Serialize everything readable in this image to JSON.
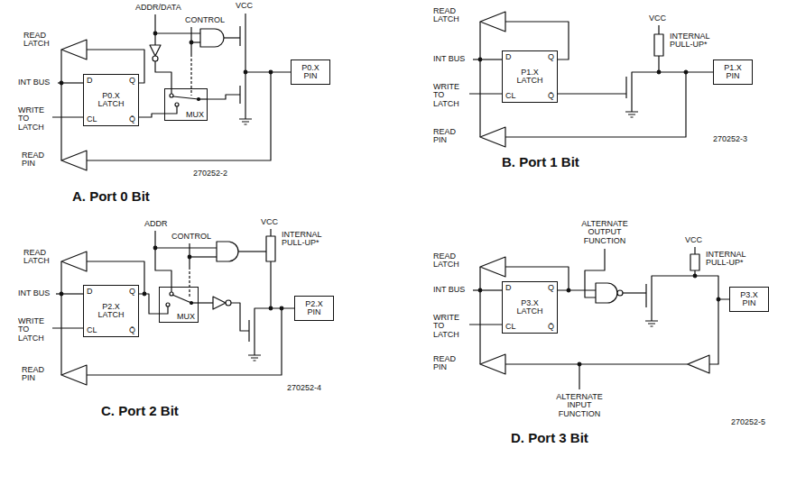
{
  "diagram": {
    "nodes": [
      {
        "text": [
          "D",
          "P0.X LATCH",
          "Q",
          "CL",
          "Q̄"
        ]
      },
      {
        "text": [
          "MUX"
        ]
      },
      {
        "text": [
          "P0.X PIN"
        ]
      },
      {
        "text": [
          "D",
          "P1.X LATCH",
          "Q",
          "CL",
          "Q̄"
        ]
      },
      {
        "text": [
          "P1.X PIN"
        ]
      },
      {
        "text": [
          "D",
          "P2.X LATCH",
          "Q",
          "CL",
          "Q̄"
        ]
      },
      {
        "text": [
          "MUX"
        ]
      },
      {
        "text": [
          "P2.X PIN"
        ]
      },
      {
        "text": [
          "D",
          "P3.X LATCH",
          "Q",
          "CL",
          "Q̄"
        ]
      },
      {
        "text": [
          "P3.X PIN"
        ]
      }
    ],
    "edges": [
      {
        "from": 0,
        "to": 1,
        "arrow": "none"
      },
      {
        "from": 5,
        "to": 6,
        "arrow": "none"
      }
    ],
    "labels": [
      "ADDR/DATA",
      "CONTROL",
      "VCC",
      "READ LATCH",
      "INT BUS",
      "WRITE TO LATCH",
      "READ PIN",
      "270252-2",
      "A. Port 0 Bit",
      "READ LATCH",
      "INT BUS",
      "WRITE TO LATCH",
      "VCC",
      "INTERNAL PULL-UP*",
      "READ PIN",
      "270252-3",
      "B. Port 1 Bit",
      "ADDR",
      "CONTROL",
      "VCC",
      "INTERNAL PULL-UP*",
      "READ LATCH",
      "INT BUS",
      "WRITE TO LATCH",
      "READ PIN",
      "270252-4",
      "C. Port 2 Bit",
      "ALTERNATE OUTPUT FUNCTION",
      "READ LATCH",
      "VCC",
      "INTERNAL PULL-UP*",
      "INT BUS",
      "WRITE TO LATCH",
      "READ PIN",
      "ALTERNATE INPUT FUNCTION",
      "270252-5",
      "D. Port 3 Bit"
    ]
  }
}
